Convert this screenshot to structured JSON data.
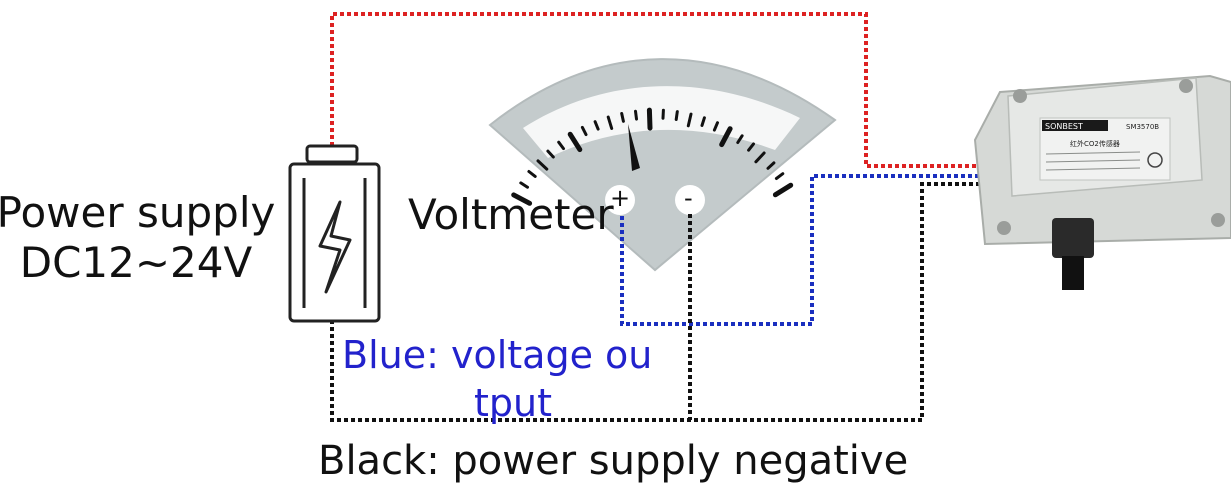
{
  "power_supply": {
    "label_line1": "Power supply",
    "label_line2": "DC12~24V"
  },
  "voltmeter": {
    "label": "Voltmeter",
    "plus": "+",
    "minus": "-"
  },
  "sensor": {
    "brand": "SONBEST",
    "model": "SM3570B",
    "title": "红外CO2传感器"
  },
  "legend": {
    "blue_line1": "Blue: voltage ou",
    "blue_line2": "tput",
    "black": "Black: power supply negative"
  },
  "colors": {
    "red_wire": "#dd2222",
    "blue_wire": "#1a2fbf",
    "black_wire": "#111111",
    "meter_face": "#c4cbcc",
    "sensor_body": "#d6d9d6",
    "blue_text": "#2222cc"
  }
}
